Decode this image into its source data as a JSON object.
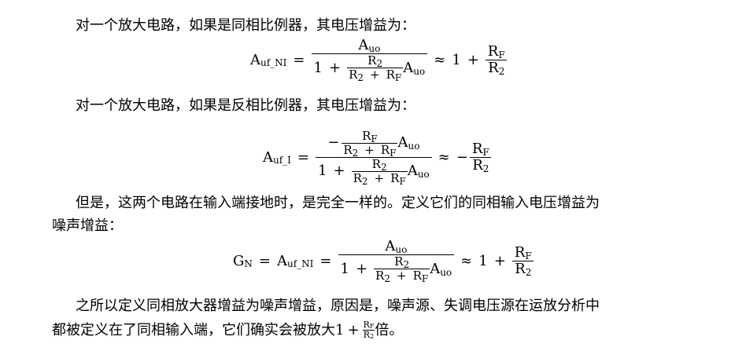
{
  "para1": "对一个放大电路，如果是同相比例器，其电压增益为：",
  "para2": "对一个放大电路，如果是反相比例器，其电压增益为：",
  "para3a": "但是，这两个电路在输入端接地时，是完全一样的。定义它们的同相输入电压增益为",
  "para3b": "噪声增益：",
  "para4a": "之所以定义同相放大器增益为噪声增益，原因是，噪声源、失调电压源在运放分析中",
  "para4b_pre": "都被定义在了同相输入端，它们确实会被放大",
  "para4b_post": "倍。",
  "sym": {
    "A": "A",
    "G": "G",
    "R": "R",
    "uf_NI": "uf_NI",
    "uf_I": "uf_I",
    "uo": "uo",
    "N": "N",
    "F": "F",
    "two": "2",
    "eq": "=",
    "approx": "≈",
    "plus": "+",
    "one": "1",
    "minus": "−"
  }
}
